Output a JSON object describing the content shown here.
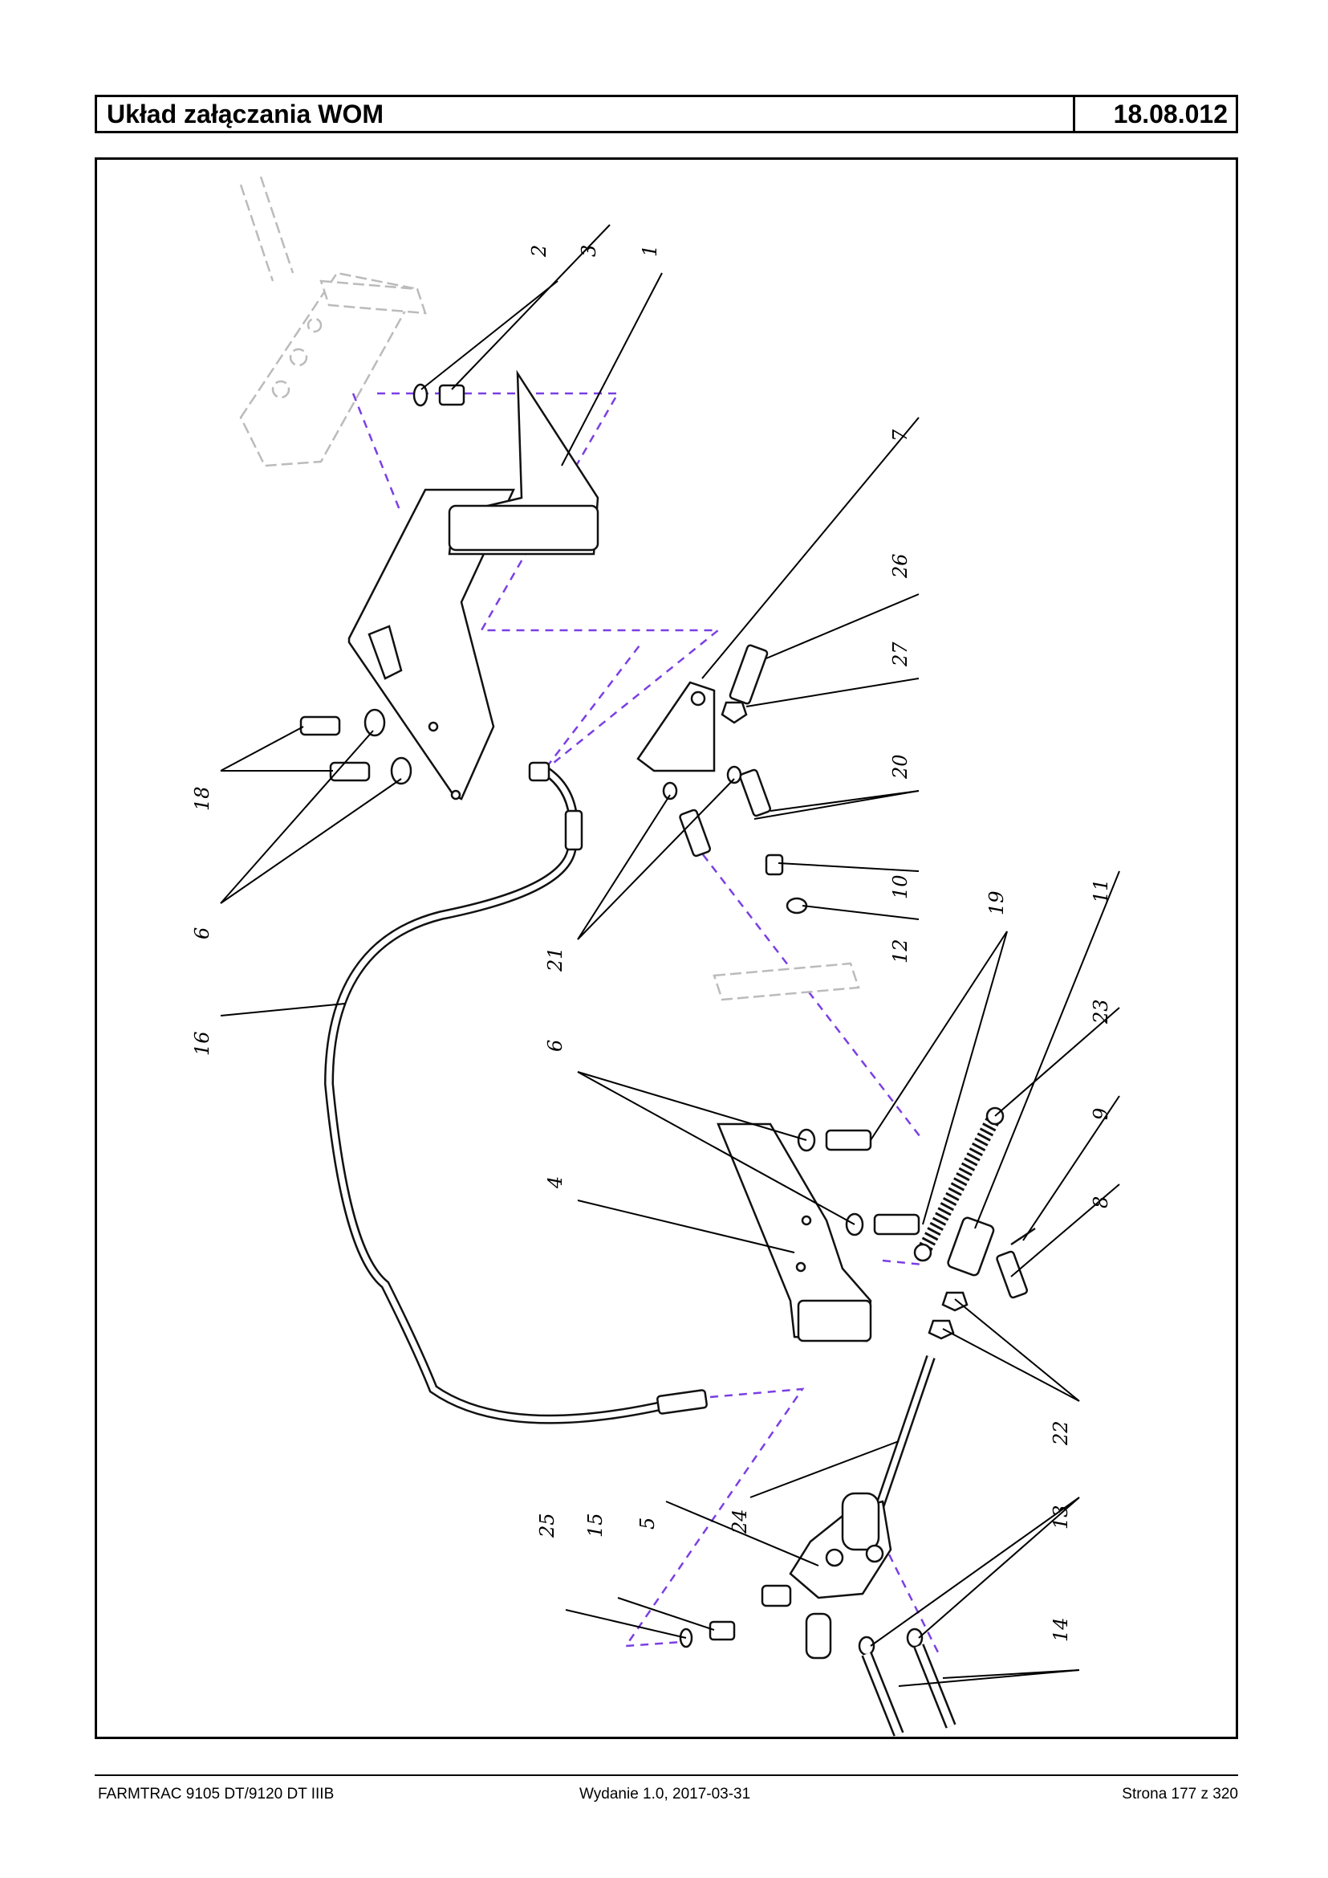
{
  "header": {
    "title": "Układ załączania WOM",
    "code": "18.08.012"
  },
  "footer": {
    "left": "FARMTRAC 9105 DT/9120 DT IIIB",
    "middle": "Wydanie 1.0,  2017-03-31",
    "right": "Strona 177 z 320"
  },
  "diagram": {
    "callouts": [
      {
        "id": "c2",
        "text": "2"
      },
      {
        "id": "c3",
        "text": "3"
      },
      {
        "id": "c1",
        "text": "1"
      },
      {
        "id": "c7",
        "text": "7"
      },
      {
        "id": "c26",
        "text": "26"
      },
      {
        "id": "c27",
        "text": "27"
      },
      {
        "id": "c20",
        "text": "20"
      },
      {
        "id": "c10",
        "text": "10"
      },
      {
        "id": "c12",
        "text": "12"
      },
      {
        "id": "c19",
        "text": "19"
      },
      {
        "id": "c11",
        "text": "11"
      },
      {
        "id": "c23",
        "text": "23"
      },
      {
        "id": "c9",
        "text": "9"
      },
      {
        "id": "c8",
        "text": "8"
      },
      {
        "id": "c22",
        "text": "22"
      },
      {
        "id": "c13",
        "text": "13"
      },
      {
        "id": "c14",
        "text": "14"
      },
      {
        "id": "c24",
        "text": "24"
      },
      {
        "id": "c5",
        "text": "5"
      },
      {
        "id": "c15",
        "text": "15"
      },
      {
        "id": "c25",
        "text": "25"
      },
      {
        "id": "c4",
        "text": "4"
      },
      {
        "id": "c6a",
        "text": "6"
      },
      {
        "id": "c21",
        "text": "21"
      },
      {
        "id": "c16",
        "text": "16"
      },
      {
        "id": "c6b",
        "text": "6"
      },
      {
        "id": "c18",
        "text": "18"
      }
    ]
  }
}
